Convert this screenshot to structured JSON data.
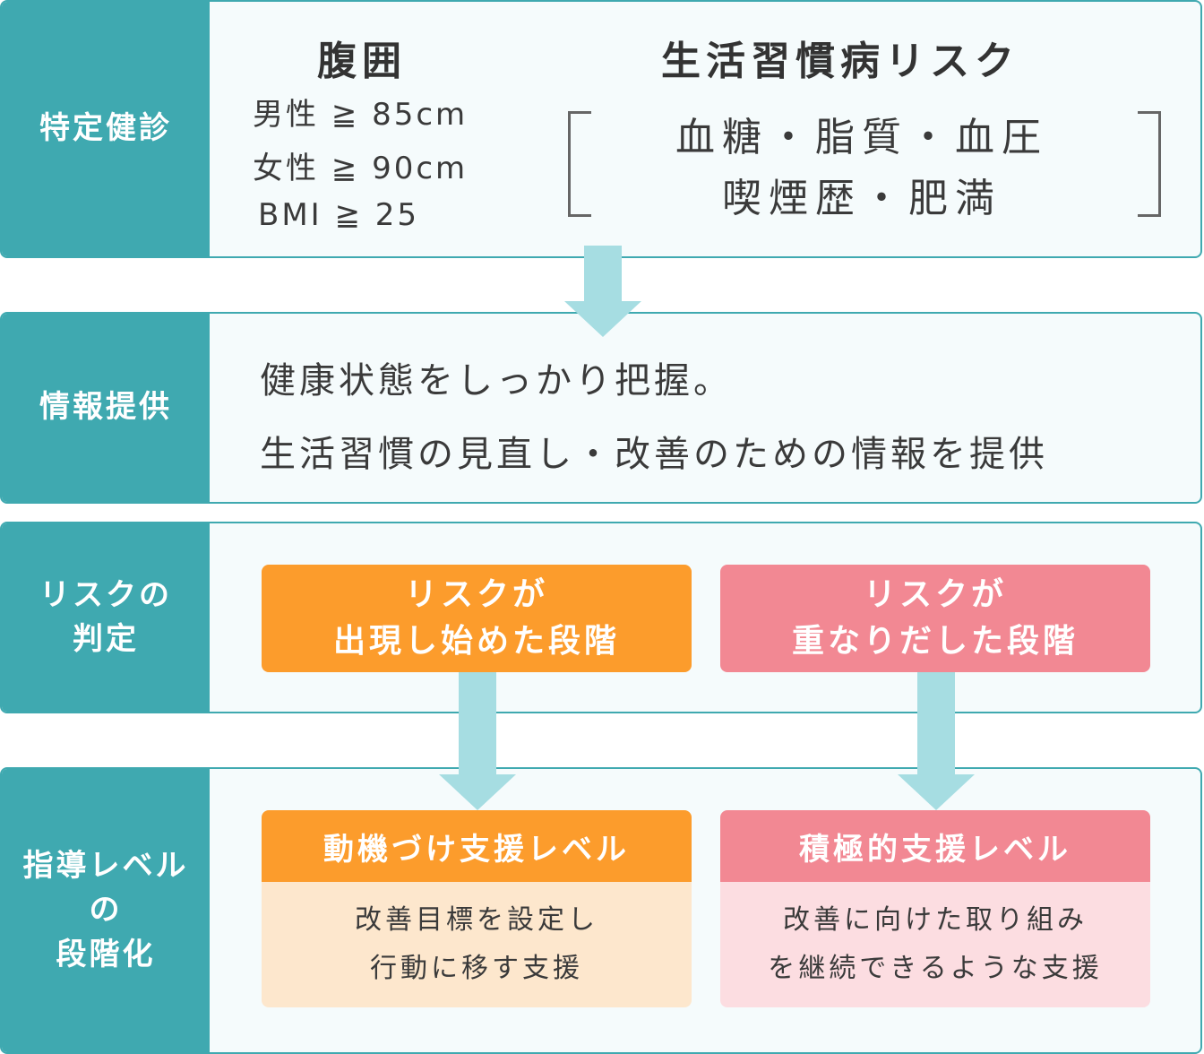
{
  "rows": {
    "checkup": {
      "label": "特定健診"
    },
    "info": {
      "label": "情報提供"
    },
    "judge": {
      "label": "リスクの\n判定"
    },
    "level": {
      "label": "指導レベル\nの\n段階化"
    }
  },
  "checkup": {
    "waist_title": "腹囲",
    "criteria": [
      "男性 ≧ 85cm",
      "女性 ≧ 90cm",
      "BMI ≧ 25"
    ],
    "risk_title": "生活習慣病リスク",
    "risk_line1": "血糖・脂質・血圧",
    "risk_line2": "喫煙歴・肥満"
  },
  "info": {
    "line1": "健康状態をしっかり把握。",
    "line2": "生活習慣の見直し・改善のための情報を提供"
  },
  "stages": {
    "early": "リスクが\n出現し始めた段階",
    "overlap": "リスクが\n重なりだした段階"
  },
  "levels": {
    "motivation": {
      "title": "動機づけ支援レベル",
      "desc": "改善目標を設定し\n行動に移す支援"
    },
    "active": {
      "title": "積極的支援レベル",
      "desc": "改善に向けた取り組み\nを継続できるような支援"
    }
  },
  "colors": {
    "teal": "#3fa9b0",
    "arrow": "#a6dde2",
    "orange": "#fc9c2c",
    "orange_light": "#fde7cd",
    "pink": "#f28893",
    "pink_light": "#fcdde1"
  }
}
